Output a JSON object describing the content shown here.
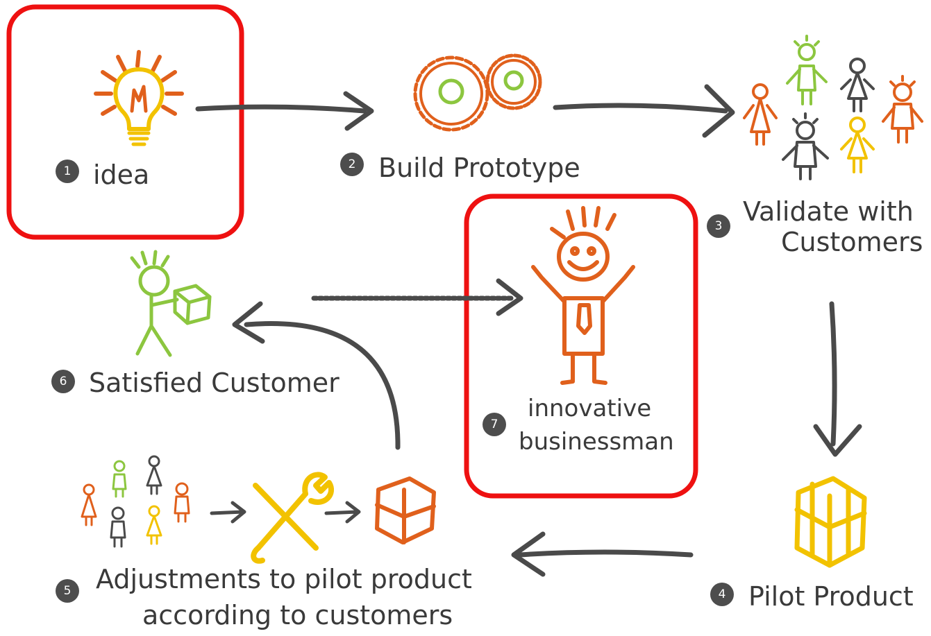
{
  "steps": {
    "s1": {
      "num": "1",
      "label": "idea"
    },
    "s2": {
      "num": "2",
      "label": "Build Prototype"
    },
    "s3": {
      "num": "3",
      "label_line1": "Validate with",
      "label_line2": "Customers"
    },
    "s4": {
      "num": "4",
      "label": "Pilot Product"
    },
    "s5": {
      "num": "5",
      "label_line1": "Adjustments to pilot product",
      "label_line2": "according to customers"
    },
    "s6": {
      "num": "6",
      "label": "Satisfied Customer"
    },
    "s7": {
      "num": "7",
      "label_line1": "innovative",
      "label_line2": "businessman"
    }
  },
  "colors": {
    "ink": "#4a4a4a",
    "orange": "#e0601c",
    "lightorange": "#f08a3c",
    "yellow": "#f2c200",
    "green": "#8cc63f",
    "badge": "#4d4d4d",
    "highlight": "#ee1111"
  },
  "icons": {
    "s1": "lightbulb-icon",
    "s2": "gears-icon",
    "s3": "customers-group-icon",
    "s4": "cube-icon",
    "s5": [
      "customers-group-icon",
      "tools-icon",
      "cube-icon"
    ],
    "s6": "customer-holding-box-icon",
    "s7": "businessman-icon"
  }
}
